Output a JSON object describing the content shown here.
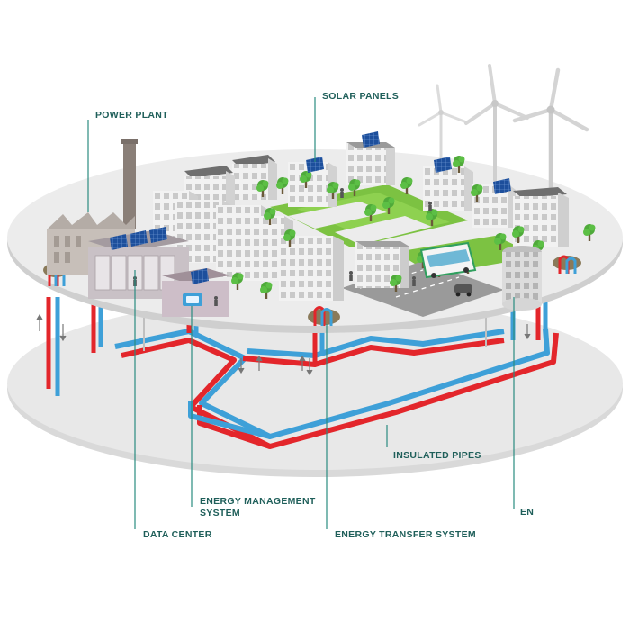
{
  "labels": {
    "power_plant": "POWER PLANT",
    "solar_panels": "SOLAR PANELS",
    "insulated_pipes": "INSULATED PIPES",
    "energy_management_line1": "ENERGY MANAGEMENT",
    "energy_management_line2": "SYSTEM",
    "data_center": "DATA CENTER",
    "energy_transfer_system": "ENERGY TRANSFER SYSTEM",
    "cut_off": "EN"
  },
  "colors": {
    "label_text": "#1f5f5a",
    "leader_line": "#2a8c80",
    "hot_pipe": "#e3262b",
    "cold_pipe": "#3ea0d8",
    "platform_top": "#e6e6e6",
    "platform_edge": "#d0d0d0",
    "grass": "#7cc242",
    "tree": "#4faa3a",
    "solar_panel": "#1d4f9c"
  },
  "icons": {
    "wind_turbine": "wind-turbine-icon",
    "solar_panel": "solar-panel-icon",
    "tree": "tree-icon",
    "bus": "bus-icon",
    "car": "car-icon",
    "person": "person-icon",
    "flow_arrow": "flow-arrow-icon"
  }
}
